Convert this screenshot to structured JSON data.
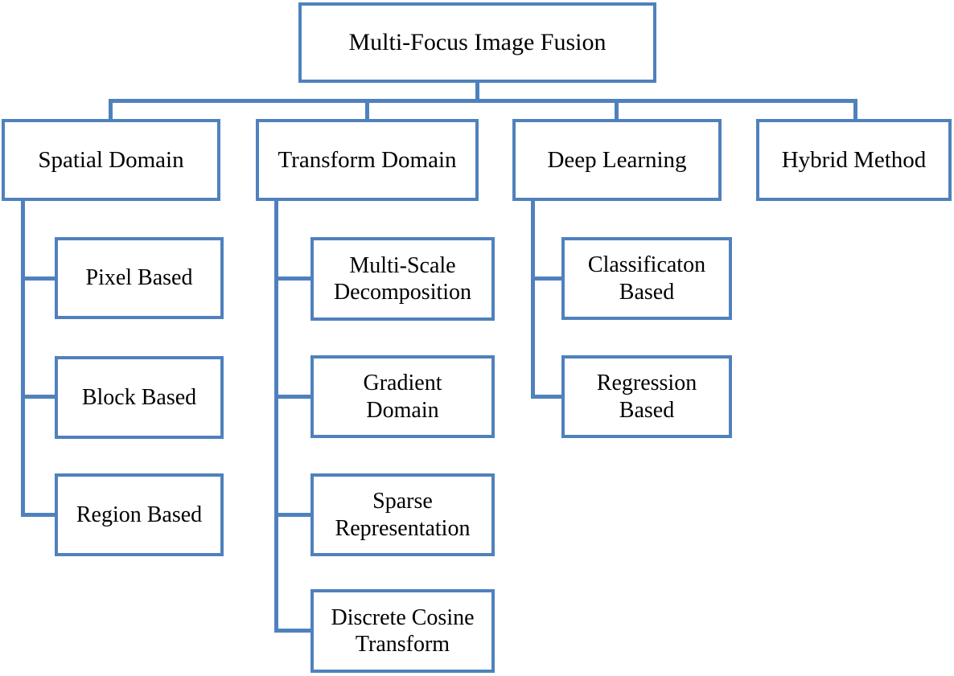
{
  "diagram": {
    "type": "tree",
    "accent_color": "#4f81bd",
    "background_color": "#ffffff",
    "text_color": "#000000",
    "root": {
      "label": "Multi-Focus Image Fusion"
    },
    "branches": [
      {
        "label": "Spatial Domain",
        "children": [
          {
            "label": "Pixel Based"
          },
          {
            "label": "Block Based"
          },
          {
            "label": "Region Based"
          }
        ]
      },
      {
        "label": "Transform Domain",
        "children": [
          {
            "label": "Multi-Scale\nDecomposition"
          },
          {
            "label": "Gradient\nDomain"
          },
          {
            "label": "Sparse\nRepresentation"
          },
          {
            "label": "Discrete Cosine\nTransform"
          }
        ]
      },
      {
        "label": "Deep Learning",
        "children": [
          {
            "label": "Classificaton\nBased"
          },
          {
            "label": "Regression\nBased"
          }
        ]
      },
      {
        "label": "Hybrid Method",
        "children": []
      }
    ]
  }
}
